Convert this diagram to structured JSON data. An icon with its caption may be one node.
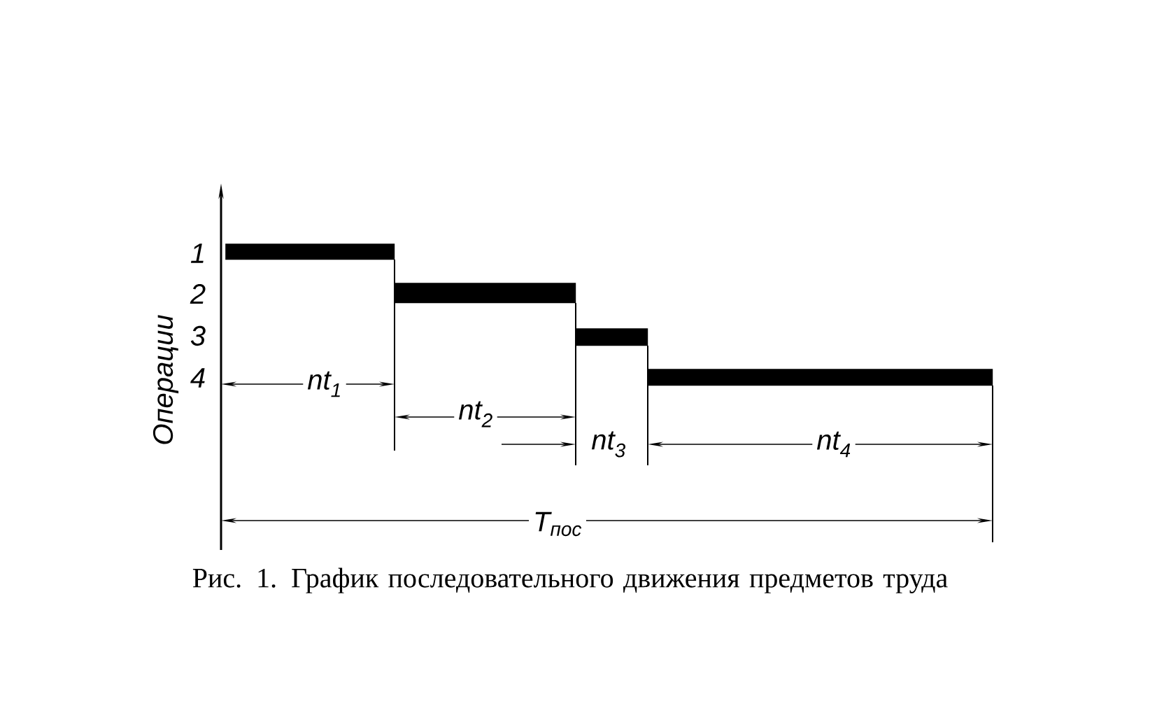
{
  "diagram": {
    "caption": "Рис. 1. График последовательного движения предметов труда",
    "nodes": [
      {
        "text": [],
        "shape": "bar"
      },
      {
        "text": [],
        "shape": "bar"
      },
      {
        "text": [],
        "shape": "bar"
      },
      {
        "text": [],
        "shape": "bar"
      }
    ],
    "labels": [
      "1",
      "2",
      "3",
      "4",
      "Операции",
      "nt$_{1}$",
      "nt$_{2}$",
      "nt$_{3}$",
      "nt$_{4}$",
      "T$_{пос}$"
    ]
  }
}
